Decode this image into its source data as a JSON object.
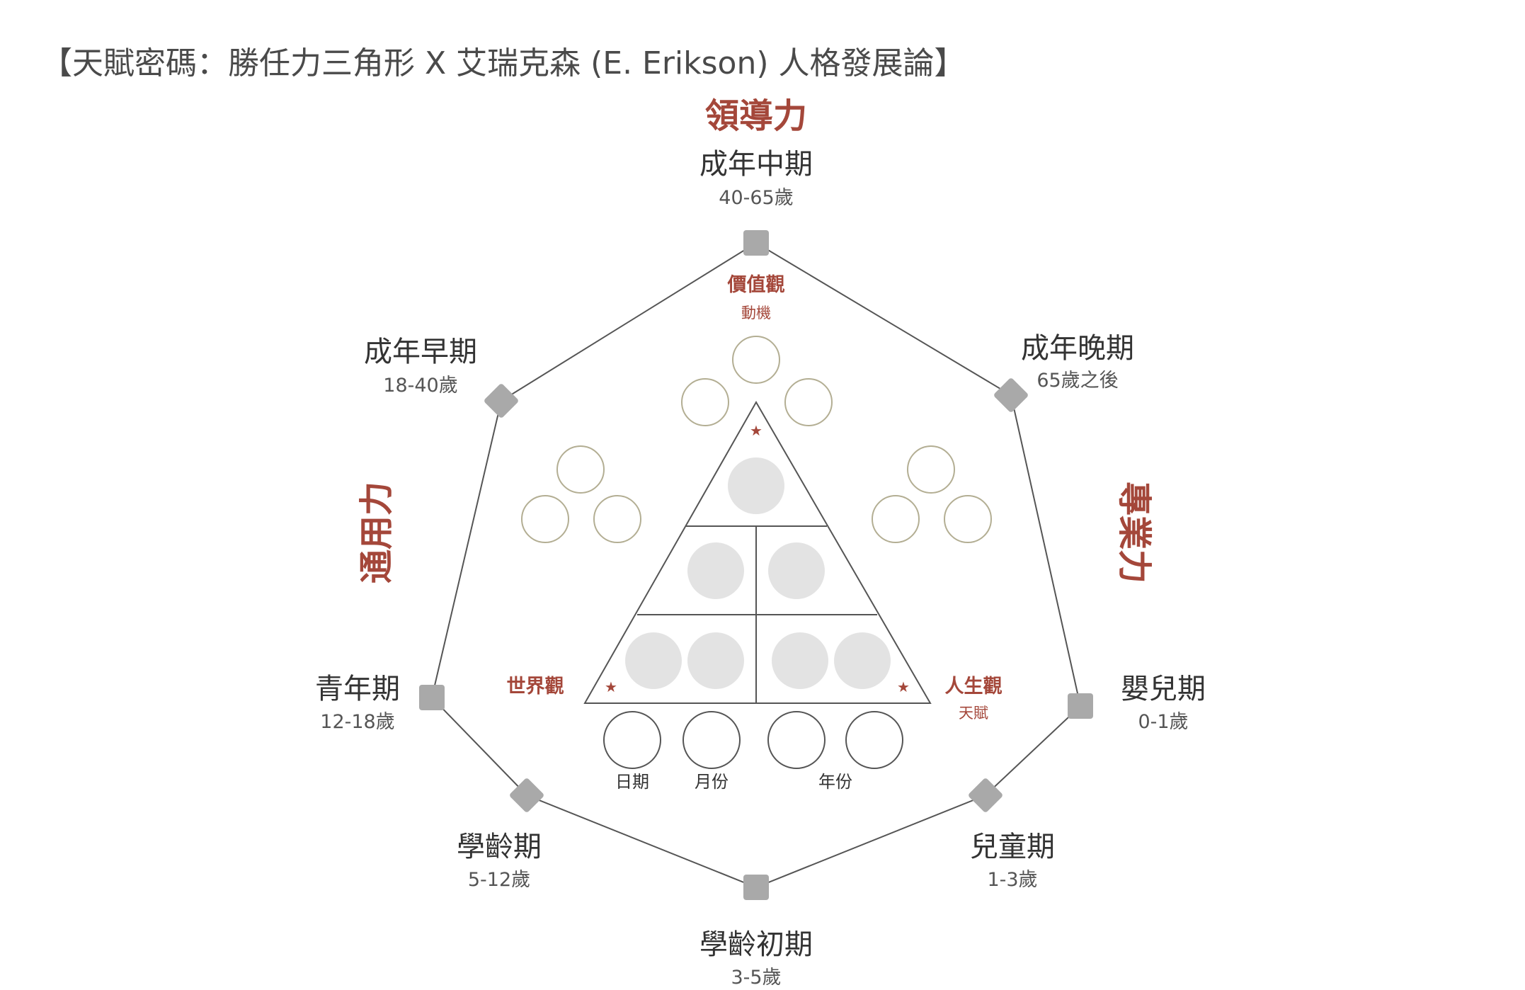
{
  "title": "【天賦密碼：勝任力三角形 X 艾瑞克森 (E. Erikson) 人格發展論】",
  "powers": {
    "top": "領導力",
    "left": "通用力",
    "right": "專業力"
  },
  "stages": {
    "adult_middle": {
      "name": "成年中期",
      "age": "40-65歲"
    },
    "adult_late": {
      "name": "成年晚期",
      "age": "65歲之後"
    },
    "infant": {
      "name": "嬰兒期",
      "age": "0-1歲"
    },
    "toddler": {
      "name": "兒童期",
      "age": "1-3歲"
    },
    "preschool": {
      "name": "學齡初期",
      "age": "3-5歲"
    },
    "school_age": {
      "name": "學齡期",
      "age": "5-12歲"
    },
    "adolescence": {
      "name": "青年期",
      "age": "12-18歲"
    },
    "adult_early": {
      "name": "成年早期",
      "age": "18-40歲"
    }
  },
  "triangle": {
    "top_label": "價值觀",
    "top_sub": "動機",
    "left_label": "世界觀",
    "right_label": "人生觀",
    "right_sub": "天賦",
    "star": "★"
  },
  "birth_slots": {
    "day": "日期",
    "month": "月份",
    "year": "年份"
  },
  "colors": {
    "accent_red": "#a4473a",
    "node_gray": "#a9a9a9",
    "fill_gray": "#e3e3e3",
    "olive_stroke": "#b3ae93",
    "line": "#555555"
  }
}
